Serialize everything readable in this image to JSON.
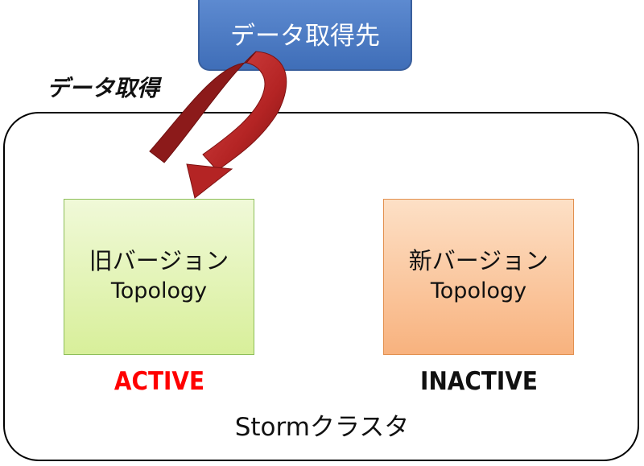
{
  "source": {
    "label": "データ取得先"
  },
  "fetch": {
    "label": "データ取得"
  },
  "cluster": {
    "label": "Stormクラスタ"
  },
  "old_topology": {
    "line1": "旧バージョン",
    "line2": "Topology",
    "status": "ACTIVE"
  },
  "new_topology": {
    "line1": "新バージョン",
    "line2": "Topology",
    "status": "INACTIVE"
  },
  "colors": {
    "source": "#4f7cc4",
    "old_box": "#d8ef9a",
    "new_box": "#f8b27e",
    "arrow": "#b42424",
    "active": "#ff0000",
    "inactive": "#111111"
  }
}
